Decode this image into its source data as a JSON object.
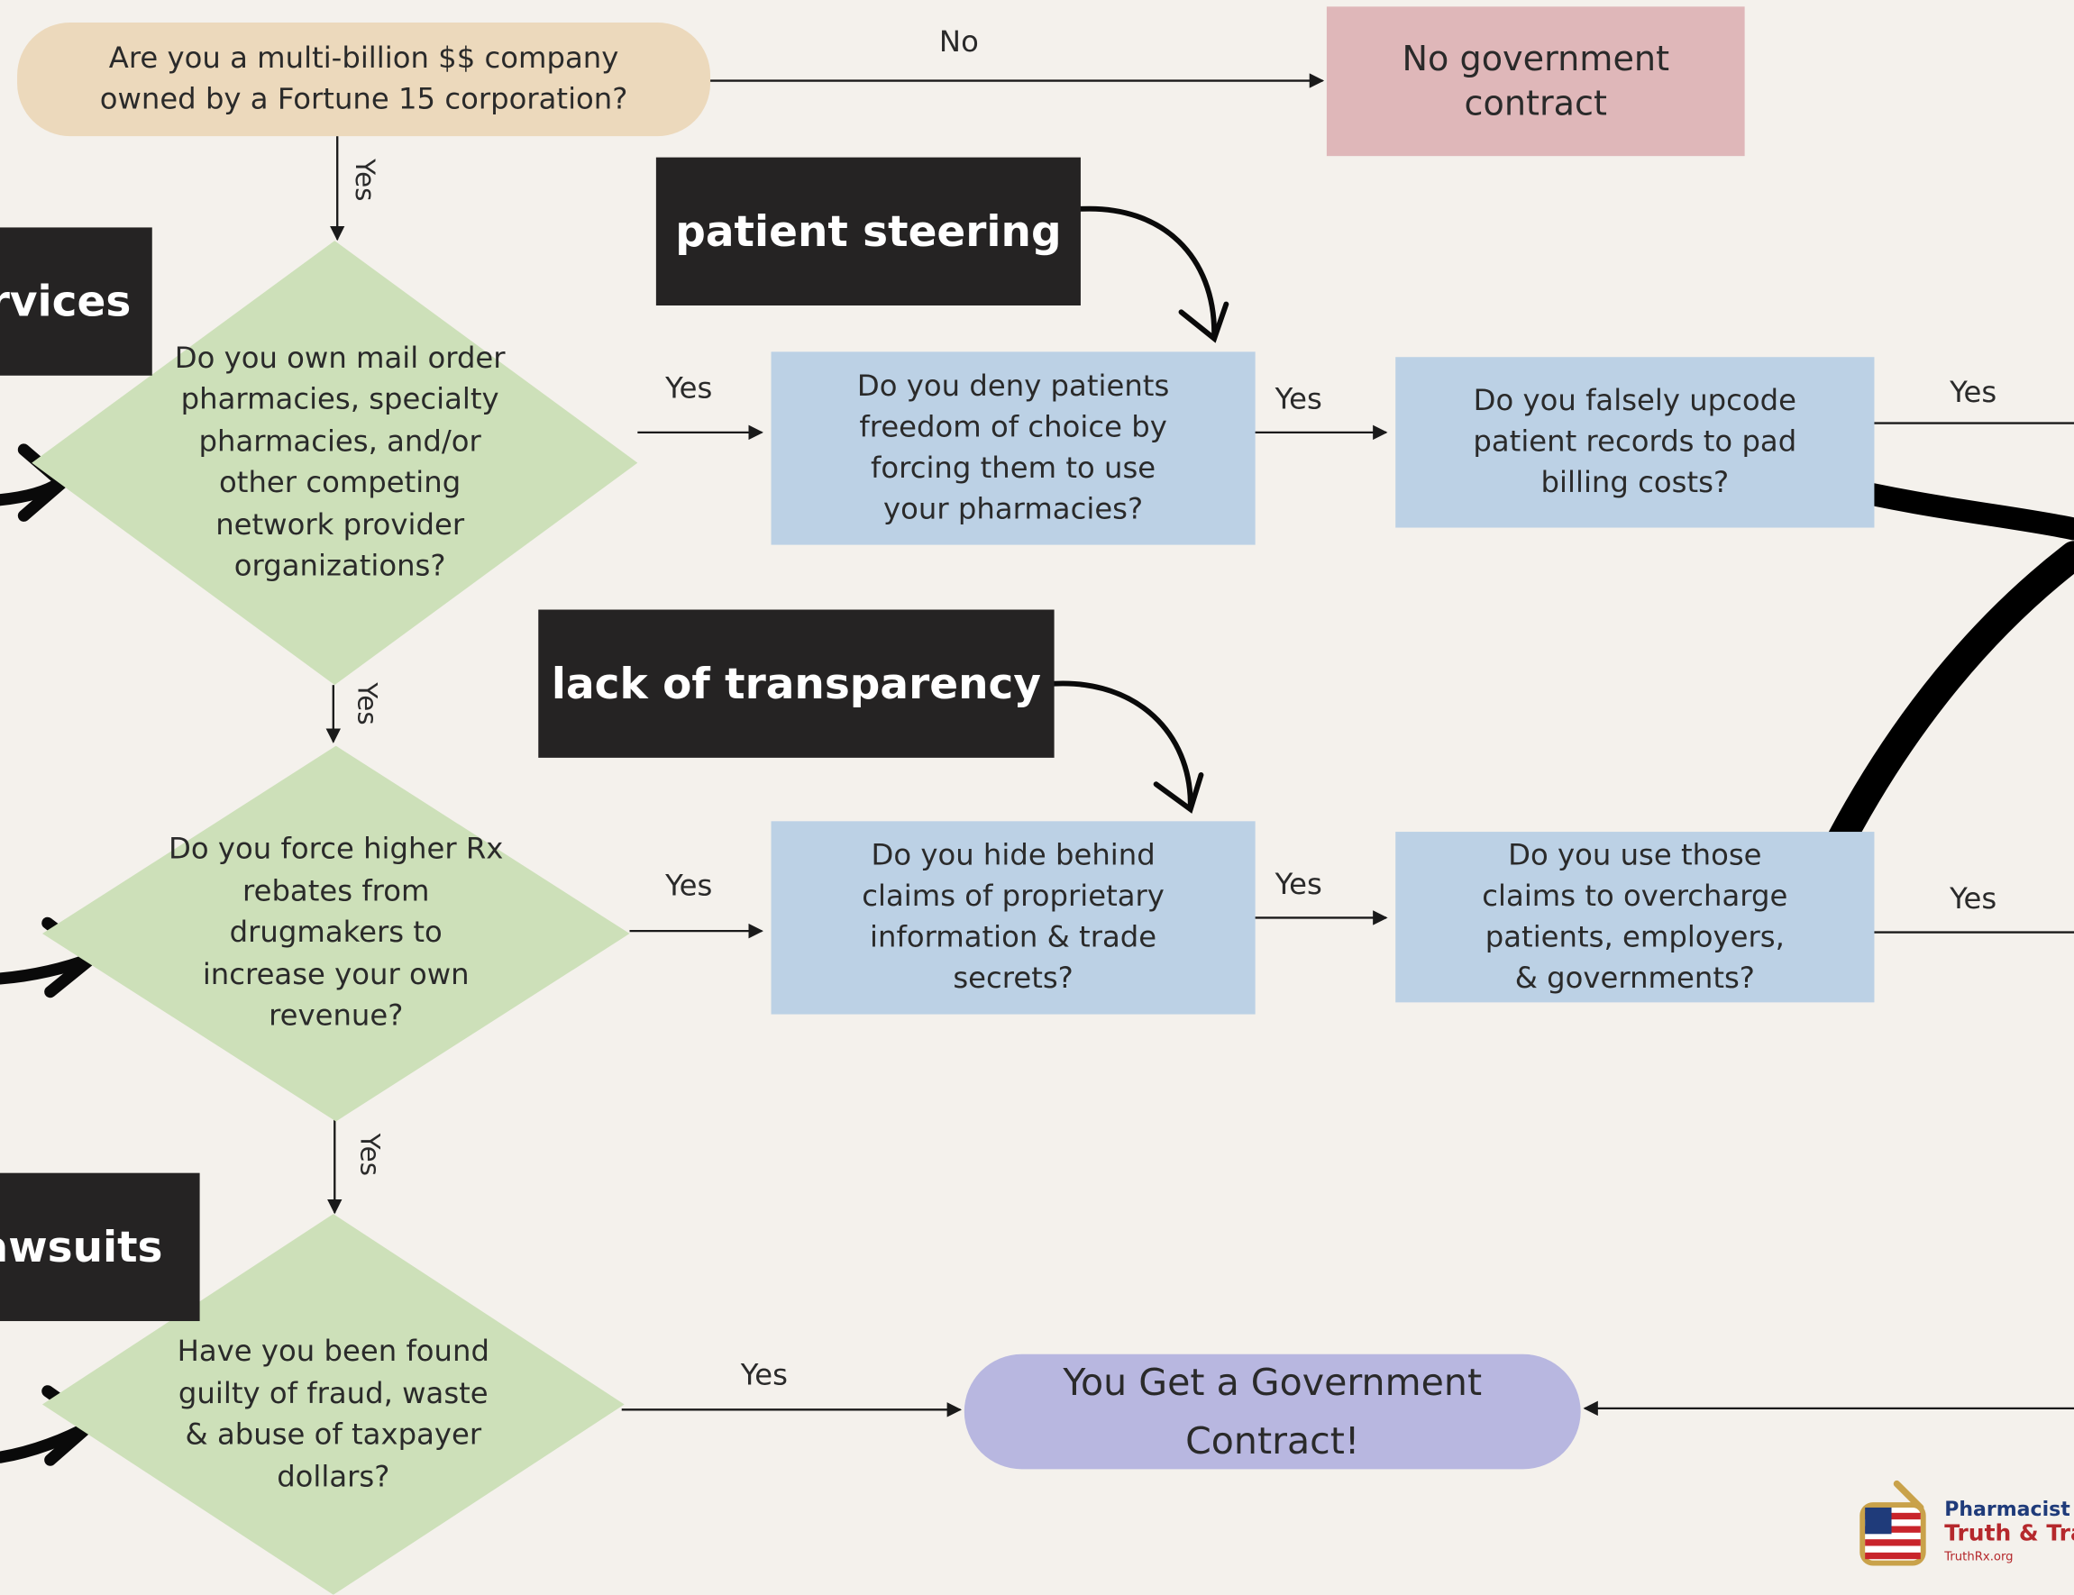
{
  "start": {
    "question": "Are you a multi-billion $$ company\nowned by a Fortune 15 corporation?"
  },
  "no_label": "No",
  "no_contract": "No government\ncontract",
  "yes": "Yes",
  "diamonds": [
    "Do you own mail order\npharmacies, specialty\npharmacies, and/or\nother competing\nnetwork provider\norganizations?",
    "Do you force higher Rx\nrebates from\ndrugmakers to\nincrease your own\nrevenue?",
    "Have you been found\nguilty of fraud, waste\n& abuse of taxpayer\ndollars?"
  ],
  "blue_boxes": [
    "Do you deny patients\nfreedom of choice by\nforcing them to use\nyour pharmacies?",
    "Do you falsely upcode\npatient records to pad\nbilling costs?",
    "Do you hide behind\nclaims of proprietary\ninformation & trade\nsecrets?",
    "Do you use those\nclaims to overcharge\npatients, employers,\n& governments?"
  ],
  "labels": {
    "services": "rvices",
    "patient_steering": "patient steering",
    "lack_of_transparency": "lack of transparency",
    "lawsuits": "awsuits"
  },
  "result": "You Get a Government\nContract!",
  "logo": {
    "line1": "Pharmacist",
    "line2": "Truth & Tra",
    "line3": "TruthRx.org"
  }
}
